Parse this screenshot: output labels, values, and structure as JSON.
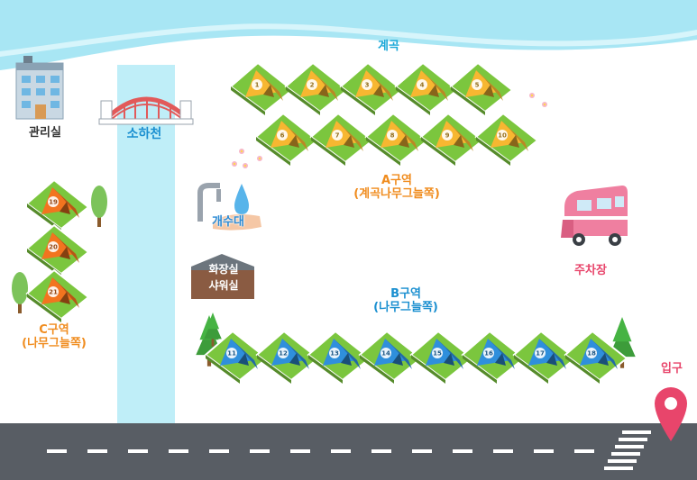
{
  "labels": {
    "river": "계곡",
    "office": "관리실",
    "bridge": "소하천",
    "zone_a": {
      "name": "A구역",
      "desc": "(계곡나무그늘쪽)"
    },
    "zone_b": {
      "name": "B구역",
      "desc": "(나무그늘쪽)"
    },
    "zone_c": {
      "name": "C구역",
      "desc": "(나무그늘쪽)"
    },
    "sink": "개수대",
    "toilet": {
      "line1": "화장실",
      "line2": "샤워실"
    },
    "parking": "주차장",
    "entrance": "입구"
  },
  "zone_a_sites": [
    "1",
    "2",
    "3",
    "4",
    "5",
    "6",
    "7",
    "8",
    "9",
    "10"
  ],
  "zone_b_sites": [
    "11",
    "12",
    "13",
    "14",
    "15",
    "16",
    "17",
    "18"
  ],
  "zone_c_sites": [
    "19",
    "20",
    "21"
  ],
  "colors": {
    "river": "#a8e6f4",
    "stream": "#bfeef8",
    "road": "#585d64",
    "grass": "#7bc63e",
    "tent_a": "#f7b731",
    "tent_b": "#2f8fdc",
    "tent_c": "#f2741f",
    "tree": "#3d9c3a",
    "pin": "#e8456b",
    "rv": "#ef7fa0"
  }
}
